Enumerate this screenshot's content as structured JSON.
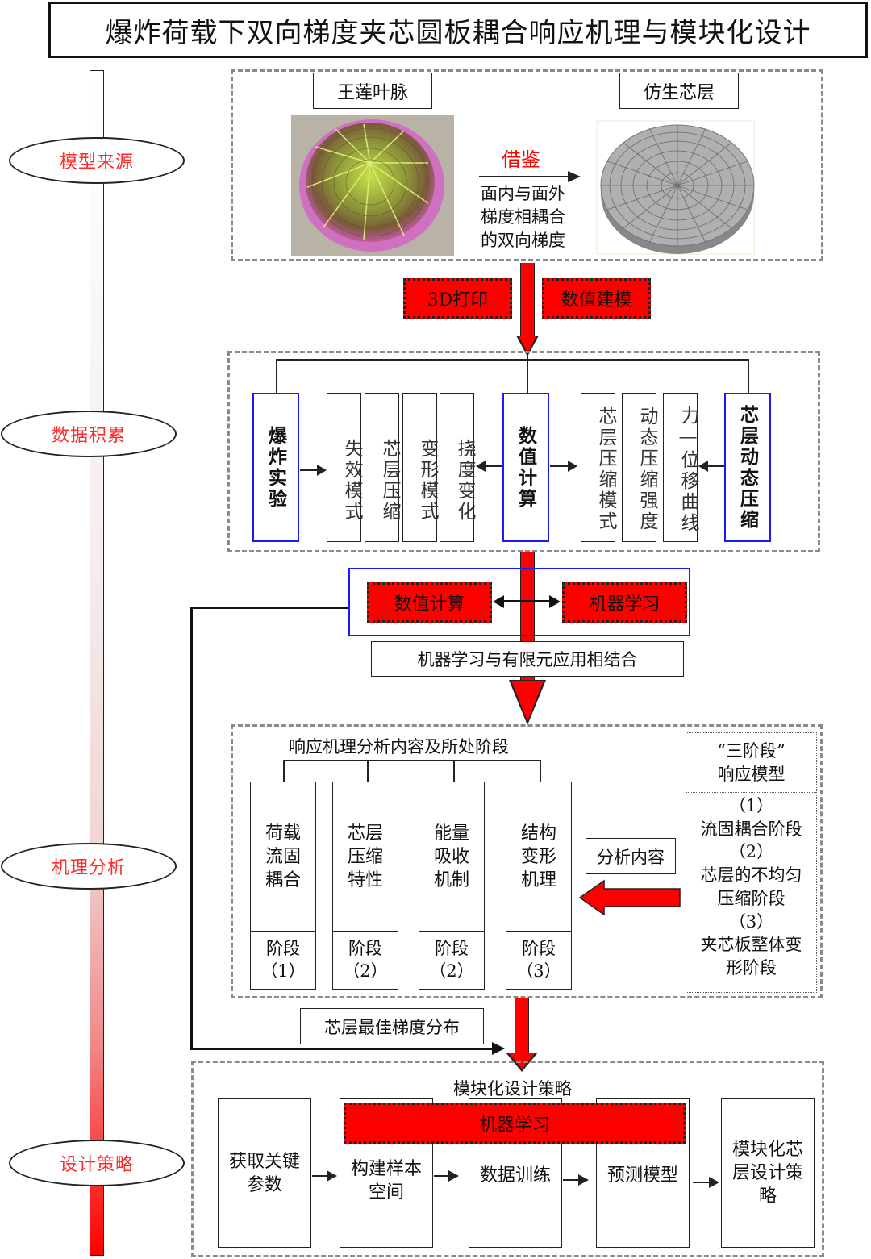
{
  "title": "爆炸荷载下双向梯度夹芯圆板耦合响应机理与模块化设计",
  "timeline": {
    "stages": [
      "模型来源",
      "数据积累",
      "机理分析",
      "设计策略"
    ],
    "gradient_colors": [
      "#ffffff",
      "#ff0000"
    ]
  },
  "section1": {
    "left_label": "王莲叶脉",
    "right_label": "仿生芯层",
    "arrow_label": "借鉴",
    "arrow_desc": [
      "面内与面外",
      "梯度相耦合",
      "的双向梯度"
    ],
    "left_image": "water-lily-leaf-photo",
    "right_image": "bionic-core-3d-model"
  },
  "transition1": {
    "left_tag": "3D打印",
    "right_tag": "数值建模"
  },
  "section2": {
    "blast_test": "爆炸实验",
    "blast_results": [
      "失效模式",
      "芯层压缩",
      "变形模式",
      "挠度变化"
    ],
    "numerical": "数值计算",
    "numerical_results": [
      "芯层压缩模式",
      "动态压缩强度",
      "力—位移曲线"
    ],
    "dynamic_compression": "芯层动态压缩"
  },
  "transition2": {
    "left_tag": "数值计算",
    "right_tag": "机器学习",
    "caption": "机器学习与有限元应用相结合"
  },
  "section3": {
    "header": "响应机理分析内容及所处阶段",
    "items": [
      {
        "content": "荷载流固耦合",
        "stage": "阶段（1）"
      },
      {
        "content": "芯层压缩特性",
        "stage": "阶段（2）"
      },
      {
        "content": "能量吸收机制",
        "stage": "阶段（2）"
      },
      {
        "content": "结构变形机理",
        "stage": "阶段（3）"
      }
    ],
    "analysis_label": "分析内容",
    "model_title": [
      "“三阶段”",
      "响应模型"
    ],
    "model_lines": [
      "（1）",
      "流固耦合阶段",
      "（2）",
      "芯层的不均匀",
      "压缩阶段",
      "（3）",
      "夹芯板整体变",
      "形阶段"
    ]
  },
  "transition3": {
    "caption": "芯层最佳梯度分布"
  },
  "section4": {
    "header": "模块化设计策略",
    "ml_banner": "机器学习",
    "steps": [
      "获取关键参数",
      "构建样本空间",
      "数据训练",
      "预测模型",
      "模块化芯层设计策略"
    ]
  }
}
